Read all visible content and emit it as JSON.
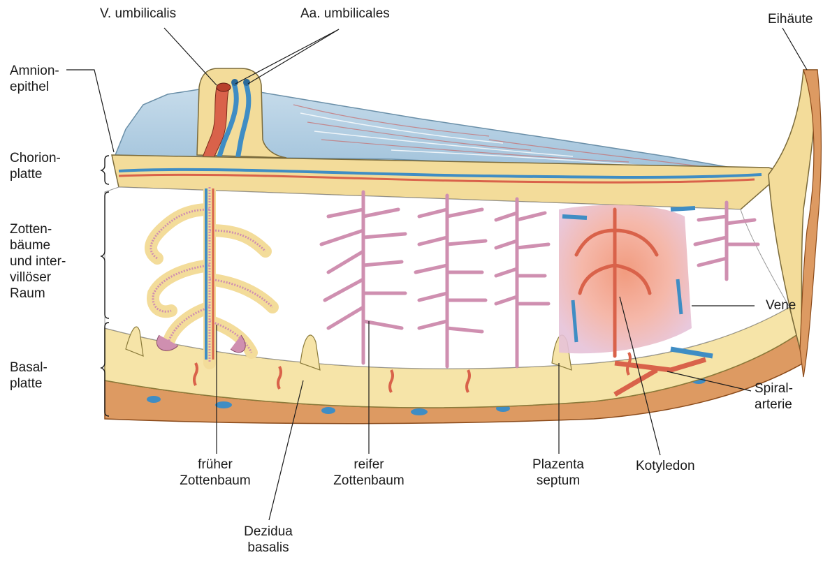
{
  "labels": {
    "v_umbilicalis": "V. umbilicalis",
    "aa_umbilicales": "Aa. umbilicales",
    "eihaeute": "Eihäute",
    "amnionepithel": [
      "Amnion-",
      "epithel"
    ],
    "chorionplatte": [
      "Chorion-",
      "platte"
    ],
    "zottenbaeume": [
      "Zotten-",
      "bäume",
      "und inter-",
      "villöser",
      "Raum"
    ],
    "basalplatte": [
      "Basal-",
      "platte"
    ],
    "vene": "Vene",
    "spiralarterie": [
      "Spiral-",
      "arterie"
    ],
    "frueher_zottenbaum": [
      "früher",
      "Zottenbaum"
    ],
    "reifer_zottenbaum": [
      "reifer",
      "Zottenbaum"
    ],
    "plazenta_septum": [
      "Plazenta",
      "septum"
    ],
    "kotyledon": "Kotyledon",
    "dezidua_basalis": [
      "Dezidua",
      "basalis"
    ]
  },
  "colors": {
    "amnion_blue": "#a9c8de",
    "chorion_yellow": "#f3dc9a",
    "villi_pink": "#cf8fb0",
    "vein_blue": "#3f8dc4",
    "artery_red": "#d9624a",
    "decidua_orange": "#dd9a62",
    "kotyledon_flow": "#f4a08a"
  }
}
